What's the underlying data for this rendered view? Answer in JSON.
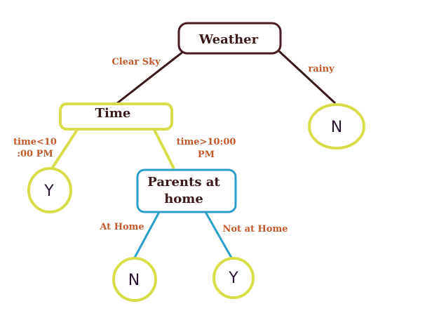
{
  "nodes": {
    "weather": {
      "label": "Weather"
    },
    "time": {
      "label": "Time"
    },
    "parents_line1": {
      "label": "Parents at"
    },
    "parents_line2": {
      "label": "home"
    },
    "leaf_rainy": {
      "label": "N"
    },
    "leaf_early": {
      "label": "Y"
    },
    "leaf_at_home": {
      "label": "N"
    },
    "leaf_not_home": {
      "label": "Y"
    }
  },
  "edges": {
    "clear_sky": {
      "label": "Clear Sky"
    },
    "rainy": {
      "label": "rainy"
    },
    "before_line1": {
      "label": "time<10"
    },
    "before_line2": {
      "label": ":00 PM"
    },
    "after_line1": {
      "label": "time>10:00"
    },
    "after_line2": {
      "label": "PM"
    },
    "at_home": {
      "label": "At Home"
    },
    "not_at_home": {
      "label": "Not at Home"
    }
  },
  "colors": {
    "weather_stroke": "#4a1a22",
    "time_stroke": "#d8de4a",
    "parents_stroke": "#2a9ec8",
    "edge_label": "#c0582a"
  }
}
